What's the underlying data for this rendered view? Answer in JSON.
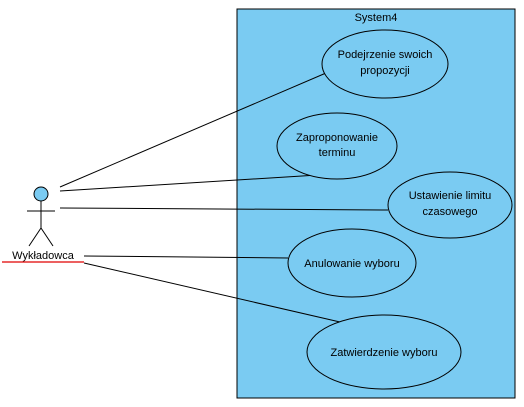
{
  "system": {
    "title": "System4",
    "fill": "#7acbf2"
  },
  "actor": {
    "label": "Wykładowca",
    "head_fill": "#7acbf2",
    "underline_color": "#e00000"
  },
  "use_cases": [
    {
      "line1": "Podejrzenie swoich",
      "line2": "propozycji"
    },
    {
      "line1": "Zaproponowanie",
      "line2": "terminu"
    },
    {
      "line1": "Ustawienie limitu",
      "line2": "czasowego"
    },
    {
      "line1": "Anulowanie wyboru",
      "line2": ""
    },
    {
      "line1": "Zatwierdzenie wyboru",
      "line2": ""
    }
  ]
}
